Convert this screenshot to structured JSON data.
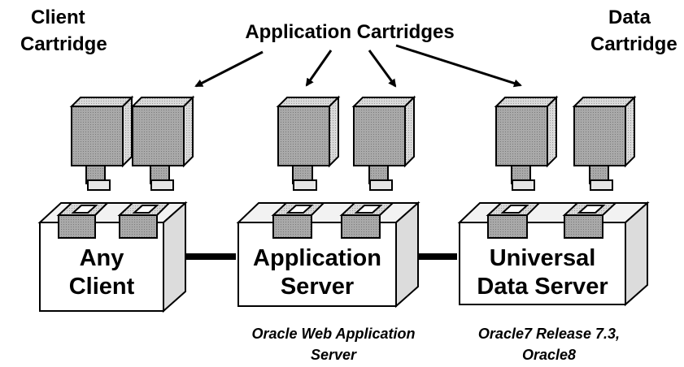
{
  "labels": {
    "client_cartridge": [
      "Client",
      "Cartridge"
    ],
    "application_cartridges": "Application Cartridges",
    "data_cartridge": [
      "Data",
      "Cartridge"
    ]
  },
  "servers": {
    "any_client": [
      "Any",
      "Client"
    ],
    "application_server": [
      "Application",
      "Server"
    ],
    "universal_data_server": [
      "Universal",
      "Data Server"
    ]
  },
  "captions": {
    "web_application_server": [
      "Oracle Web Application",
      "Server"
    ],
    "oracle_release": [
      "Oracle7 Release 7.3,",
      "Oracle8"
    ]
  },
  "colors": {
    "cartridge_fill": "#a9a9a9",
    "cartridge_side": "#d6d6d6",
    "cartridge_top": "#f2f2f2",
    "outline": "#000000"
  }
}
